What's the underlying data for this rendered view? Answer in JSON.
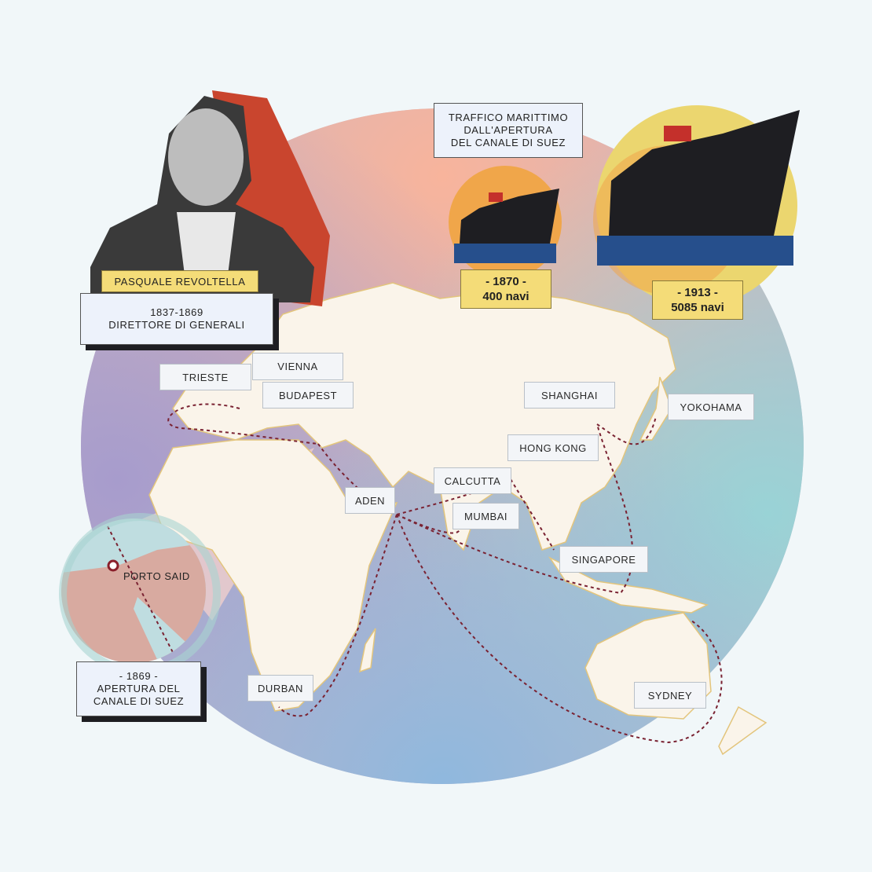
{
  "portrait": {
    "name": "PASQUALE REVOLTELLA",
    "years": "1837-1869",
    "role": "DIRETTORE DI GENERALI"
  },
  "traffic": {
    "title_lines": [
      "TRAFFICO MARITTIMO",
      "DALL'APERTURA",
      "DEL CANALE DI SUEZ"
    ],
    "entries": [
      {
        "year": "- 1870 -",
        "ships": "400 navi"
      },
      {
        "year": "- 1913 -",
        "ships": "5085 navi"
      }
    ]
  },
  "suez": {
    "inset_label": "PORTO SAID",
    "year": "- 1869 -",
    "line1": "APERTURA DEL",
    "line2": "CANALE DI SUEZ"
  },
  "cities": [
    "TRIESTE",
    "VIENNA",
    "BUDAPEST",
    "SHANGHAI",
    "YOKOHAMA",
    "HONG KONG",
    "CALCUTTA",
    "ADEN",
    "MUMBAI",
    "SINGAPORE",
    "DURBAN",
    "SYDNEY"
  ],
  "colors": {
    "route": "#7a2232",
    "land": "#faf4ea",
    "border": "#e3c57c",
    "card_shadow": "#1e1e22",
    "highlight": "#f4dc78"
  }
}
